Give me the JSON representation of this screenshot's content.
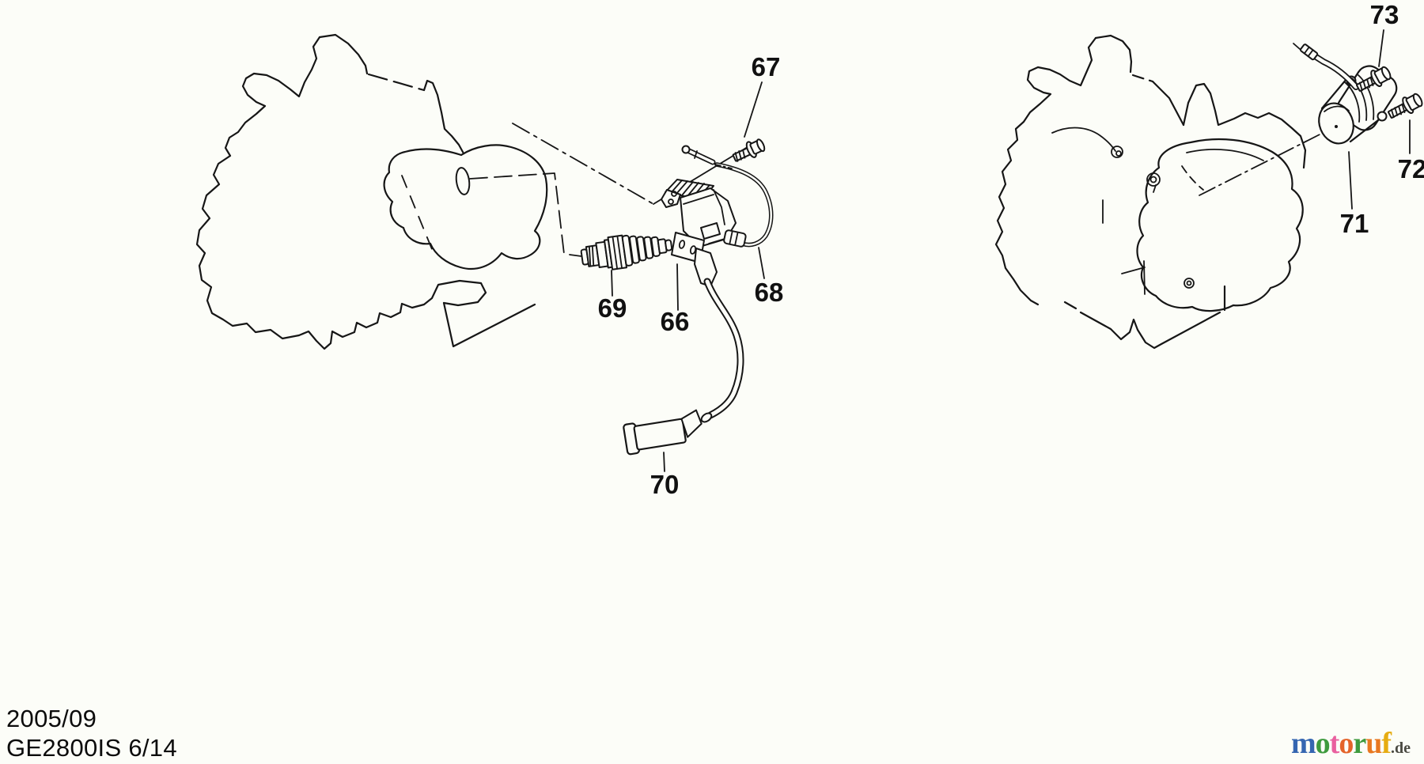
{
  "page": {
    "background": "#fcfdf8",
    "ink": "#161616"
  },
  "parts": {
    "p66": {
      "number": "66"
    },
    "p67": {
      "number": "67"
    },
    "p68": {
      "number": "68"
    },
    "p69": {
      "number": "69"
    },
    "p70": {
      "number": "70"
    },
    "p71": {
      "number": "71"
    },
    "p72": {
      "number": "72"
    },
    "p73": {
      "number": "73"
    }
  },
  "footer": {
    "revision": "2005/09",
    "model": "GE2800IS 6/14"
  },
  "logo": {
    "letters": [
      {
        "char": "m",
        "color": "#3566b1"
      },
      {
        "char": "o",
        "color": "#3e9b3e"
      },
      {
        "char": "t",
        "color": "#e9609f"
      },
      {
        "char": "o",
        "color": "#e4642a"
      },
      {
        "char": "r",
        "color": "#3e9b3e"
      },
      {
        "char": "u",
        "color": "#e87820"
      },
      {
        "char": "f",
        "color": "#e6ac12"
      }
    ],
    "suffix": ".de",
    "suffix_color": "#4a4a42"
  }
}
